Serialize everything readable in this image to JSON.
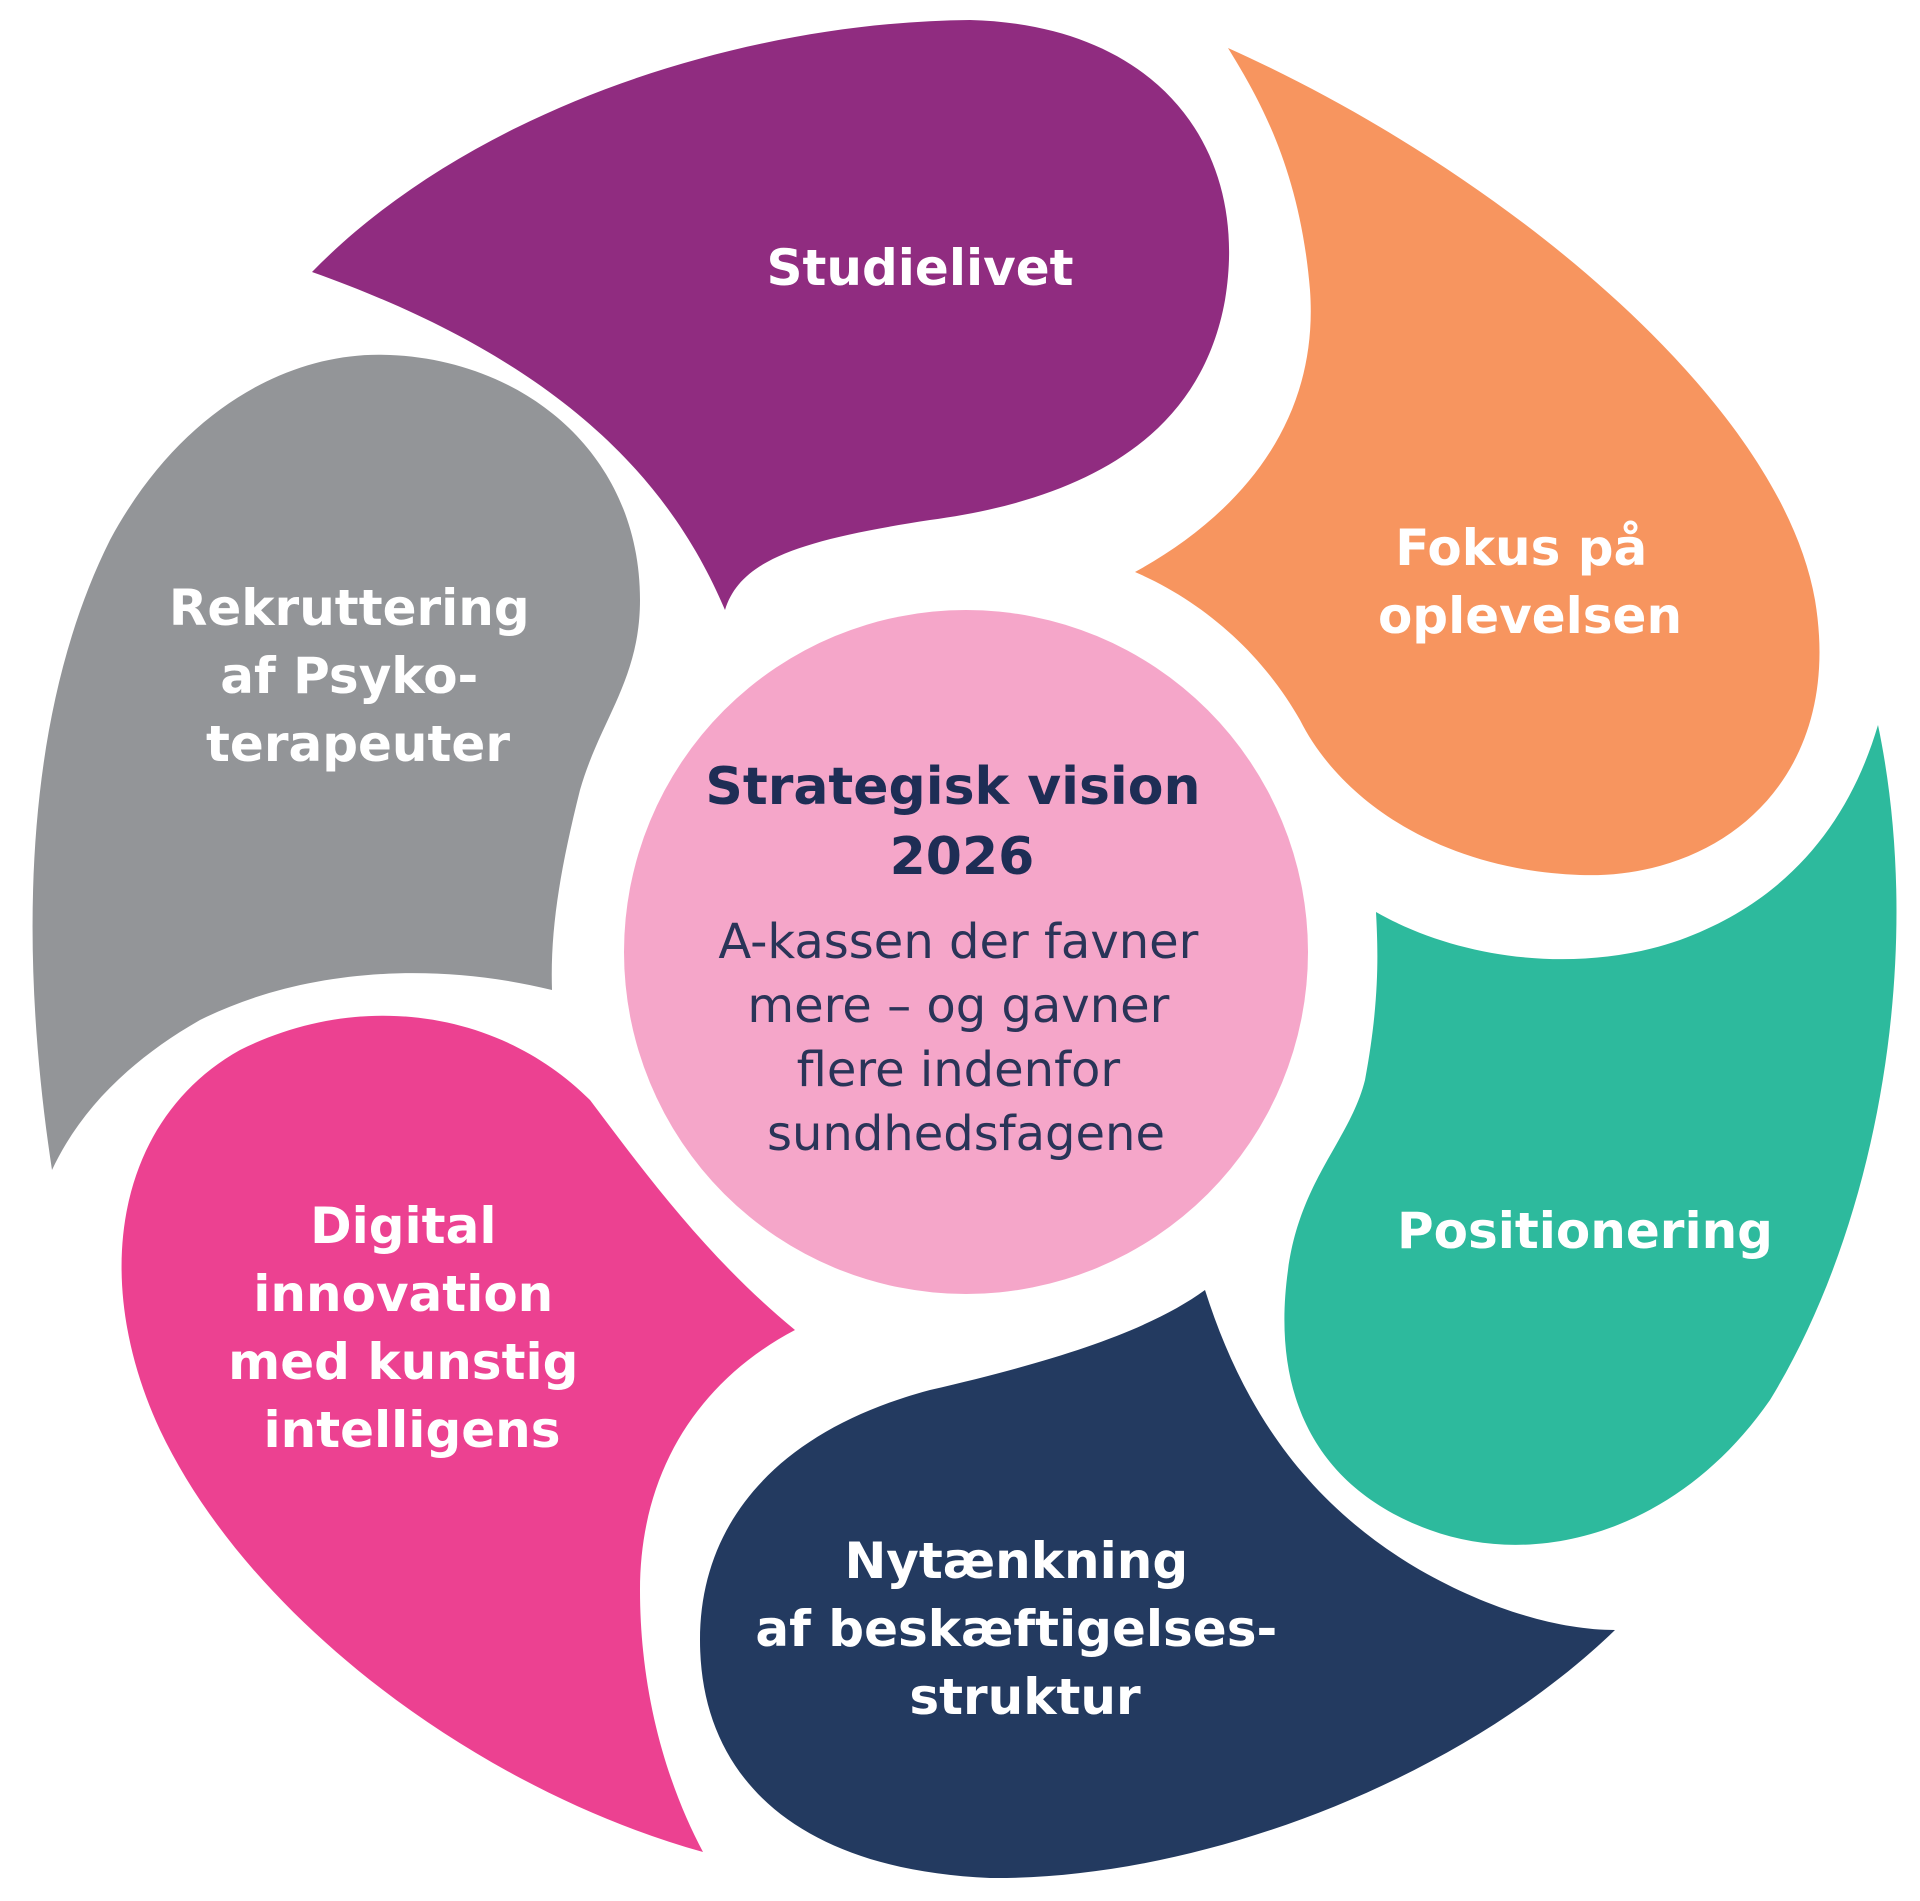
{
  "center": {
    "title_lines": [
      "Strategisk vision",
      "2026"
    ],
    "body_lines": [
      "A-kassen der favner",
      "mere – og gavner",
      "flere indenfor",
      "sundhedsfagene"
    ],
    "color": "#f5a6c9"
  },
  "petals": [
    {
      "id": "studielivet",
      "color": "#902c80",
      "lines": [
        "Studielivet"
      ]
    },
    {
      "id": "fokus",
      "color": "#f7955f",
      "lines": [
        "Fokus på",
        "oplevelsen"
      ]
    },
    {
      "id": "positionering",
      "color": "#2dba9d",
      "lines": [
        "Positionering"
      ]
    },
    {
      "id": "nytaenkning",
      "color": "#233a60",
      "lines": [
        "Nytænkning",
        "af beskæftigelses-",
        "struktur"
      ]
    },
    {
      "id": "digital",
      "color": "#ec4191",
      "lines": [
        "Digital",
        "innovation",
        "med kunstig",
        "intelligens"
      ]
    },
    {
      "id": "rekruttering",
      "color": "#939598",
      "lines": [
        "Rekruttering",
        "af Psyko-",
        "terapeuter"
      ]
    }
  ]
}
